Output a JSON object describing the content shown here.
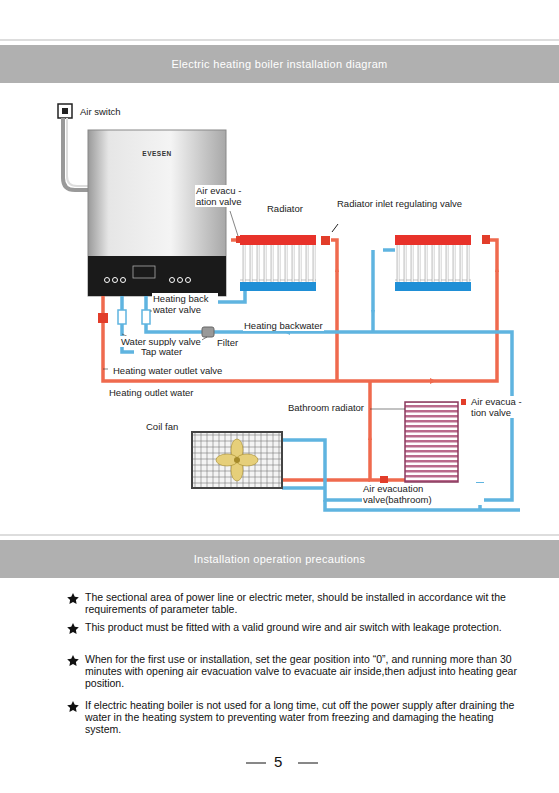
{
  "diagram": {
    "nodes": [
      {
        "text": [
          "Electric heating boiler installation diagram"
        ]
      },
      {
        "text": [
          "EVESEN"
        ]
      },
      {
        "text": [
          "Installation operation precautions"
        ]
      }
    ],
    "labels": [
      "Air switch",
      "Air evacu -ation valve",
      "Radiator",
      "Radiator inlet regulating valve",
      "Heating back water valve",
      "Heating backwater",
      "Water supply valve",
      "Tap water",
      "Filter",
      "Heating water outlet valve",
      "Heating outlet water",
      "Bathroom radiator",
      "Air evacua -tion valve",
      "Coil fan",
      "Air evacuation valve(bathroom)",
      "The sectional area of power line or electric meter, should be installed in accordance wit the requirements of parameter table.",
      "This product must be fitted with a valid ground wire and air switch with leakage protection.",
      "When for the first use or installation, set the gear position into “0”, and running more than 30 minutes with opening air evacuation valve to evacuate air inside,then adjust into heating gear position.",
      "If electric heating boiler is not used for a long time, cut off the power supply after draining the water in the heating system to preventing water from freezing and damaging the heating system.",
      "5"
    ]
  }
}
